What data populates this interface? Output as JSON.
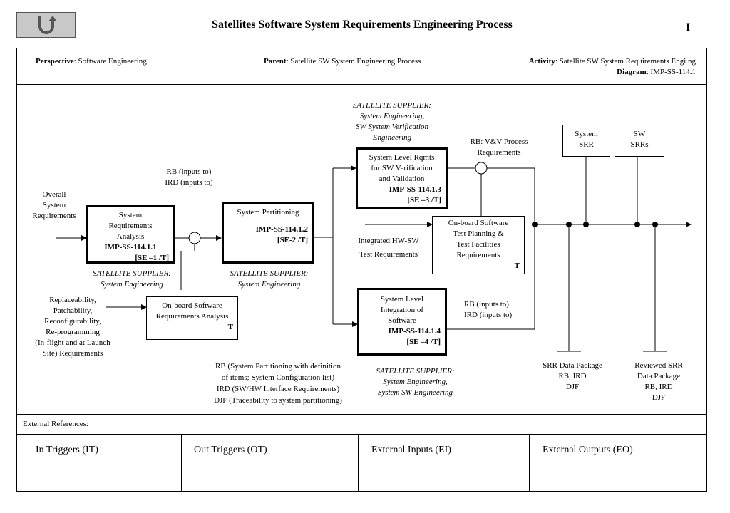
{
  "header": {
    "title": "Satellites Software System Requirements Engineering Process",
    "page_marker": "I",
    "back_icon": "u-turn-arrow-icon"
  },
  "info_bar": {
    "perspective_label": "Perspective",
    "perspective_value": ": Software Engineering",
    "parent_label": "Parent",
    "parent_value": ":  Satellite SW System Engineering Process",
    "activity_label": "Activity",
    "activity_value": ": Satellite SW System Requirements Engi.ng",
    "diagram_label": "Diagram",
    "diagram_value": ": IMP-SS-114.1"
  },
  "diagram": {
    "input_overall": [
      "Overall",
      "System",
      "Requirements"
    ],
    "rb_ird_inputs": [
      "RB (inputs to)",
      "IRD (inputs to)"
    ],
    "box_sra": {
      "lines": [
        "System",
        "Requirements",
        "Analysis"
      ],
      "id": "IMP-SS-114.1.1",
      "tag": "[SE –1 /T]"
    },
    "supplier_sra": [
      "SATELLITE  SUPPLIER:",
      "System Engineering"
    ],
    "box_sp": {
      "title": "System Partitioning",
      "id": "IMP-SS-114.1.2",
      "tag": "[SE-2 /T]"
    },
    "supplier_sp": [
      "SATELLITE  SUPPLIER:",
      "System Engineering"
    ],
    "box_obsra": {
      "lines": [
        "On-board Software",
        "Requirements Analysis"
      ],
      "tag": "T"
    },
    "input_replaceability": [
      "Replaceability,",
      "Patchability,",
      "Reconfigurability,",
      "Re-programming",
      "(In-flight and at Launch",
      "Site) Requirements"
    ],
    "rb_partitioning": [
      "RB (System Partitioning with definition",
      "of items; System Configuration list)",
      "IRD (SW/HW Interface Requirements)",
      "DJF (Traceability to system partitioning)"
    ],
    "supplier_top": [
      "SATELLITE  SUPPLIER:",
      "System Engineering,",
      "SW System Verification",
      "Engineering"
    ],
    "box_vv": {
      "lines": [
        "System Level Rqmts",
        "for SW Verification",
        "and Validation"
      ],
      "id": "IMP-SS-114.1.3",
      "tag": "[SE –3 /T]"
    },
    "rb_vv": [
      "RB: V&V Process",
      "Requirements"
    ],
    "box_obtest": {
      "lines": [
        "On-board Software",
        "Test Planning &",
        "Test Facilities",
        "Requirements"
      ],
      "tag": "T"
    },
    "input_hwsw": [
      "Integrated HW-SW",
      "Test Requirements"
    ],
    "box_int": {
      "lines": [
        "System Level",
        "Integration of",
        "Software"
      ],
      "id": "IMP-SS-114.1.4",
      "tag": "[SE –4 /T]"
    },
    "supplier_int": [
      "SATELLITE  SUPPLIER:",
      "System Engineering,",
      "System SW Engineering"
    ],
    "rb_int": [
      "RB (inputs to)",
      "IRD (inputs to)"
    ],
    "box_sys_srr": [
      "System",
      "SRR"
    ],
    "box_sw_srrs": [
      "SW",
      "SRRs"
    ],
    "out_srr_pkg": [
      "SRR Data Package",
      "RB, IRD",
      "DJF"
    ],
    "out_rev_srr": [
      "Reviewed SRR",
      "Data Package",
      "RB, IRD",
      "DJF"
    ]
  },
  "external": {
    "label": "External References:",
    "columns": [
      "In Triggers (IT)",
      "Out Triggers (OT)",
      "External Inputs (EI)",
      "External Outputs (EO)"
    ]
  }
}
